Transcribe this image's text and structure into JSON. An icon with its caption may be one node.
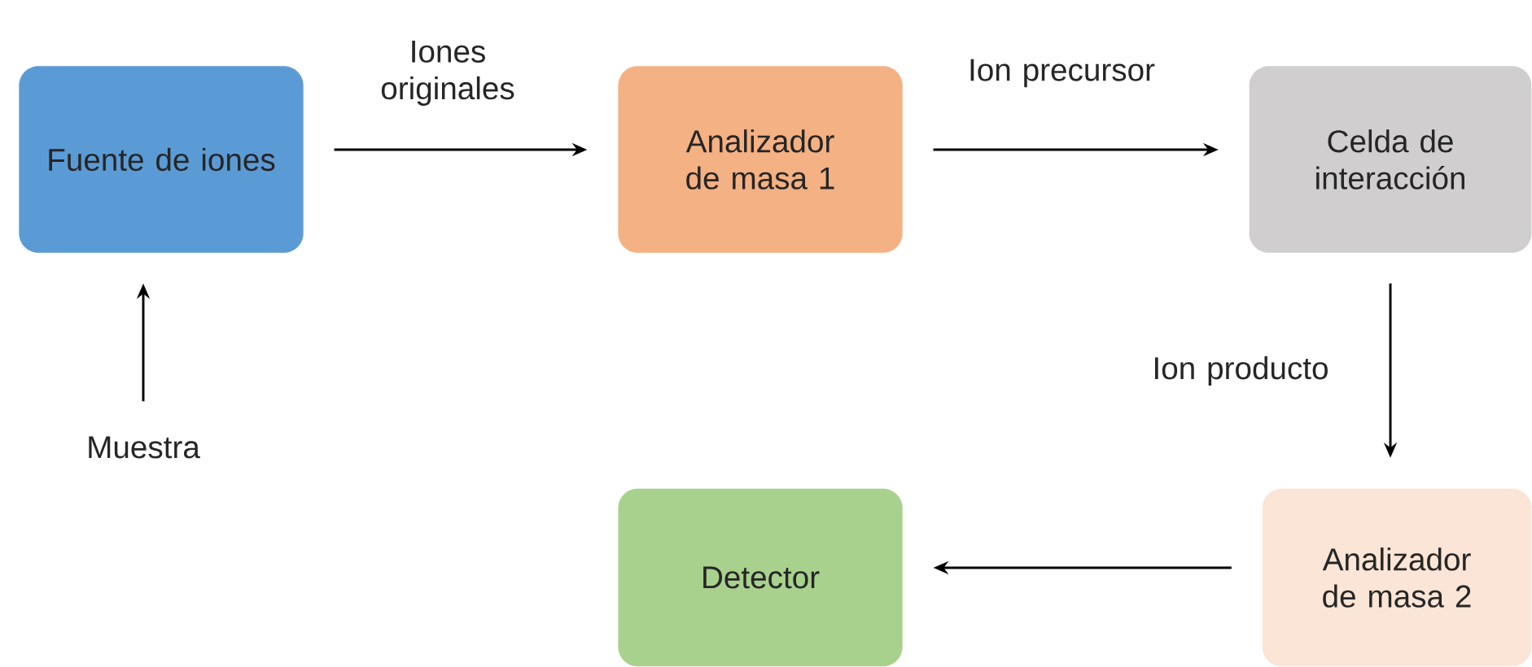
{
  "diagram": {
    "nodes": [
      {
        "text": [
          "Fuente de iones"
        ]
      },
      {
        "text": [
          "Analizador de masa 1"
        ]
      },
      {
        "text": [
          "Celda de interacción"
        ]
      },
      {
        "text": [
          "Analizador de masa 2"
        ]
      },
      {
        "text": [
          "Detector"
        ]
      },
      {
        "text": [
          "Muestra"
        ]
      }
    ],
    "edges": [
      {
        "from": 5,
        "to": 0,
        "arrow": "to"
      },
      {
        "from": 0,
        "to": 1,
        "arrow": "to",
        "label": "Iones originales"
      },
      {
        "from": 1,
        "to": 2,
        "arrow": "to",
        "label": "Ion precursor"
      },
      {
        "from": 2,
        "to": 3,
        "arrow": "to",
        "label": "Ion producto"
      },
      {
        "from": 3,
        "to": 4,
        "arrow": "to"
      }
    ]
  }
}
